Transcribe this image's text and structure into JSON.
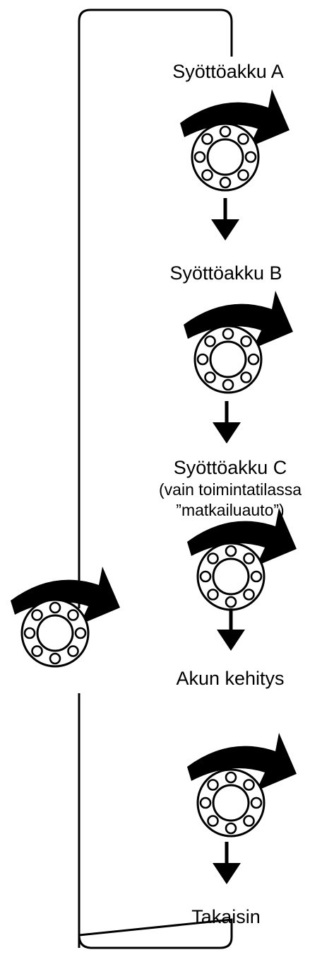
{
  "steps": [
    {
      "label": "Syöttöakku A"
    },
    {
      "label": "Syöttöakku B"
    },
    {
      "label": "Syöttöakku C",
      "note_lines": [
        "(vain toimintatilassa",
        "”matkailuauto”)"
      ]
    },
    {
      "label": "Akun kehitys"
    },
    {
      "label": "Takaisin"
    }
  ],
  "icons": {
    "rotate": "rotate-arrow-icon",
    "dial": "dial-knob-icon",
    "down": "down-arrow-icon"
  },
  "colors": {
    "ink": "#000000",
    "background": "#ffffff"
  }
}
